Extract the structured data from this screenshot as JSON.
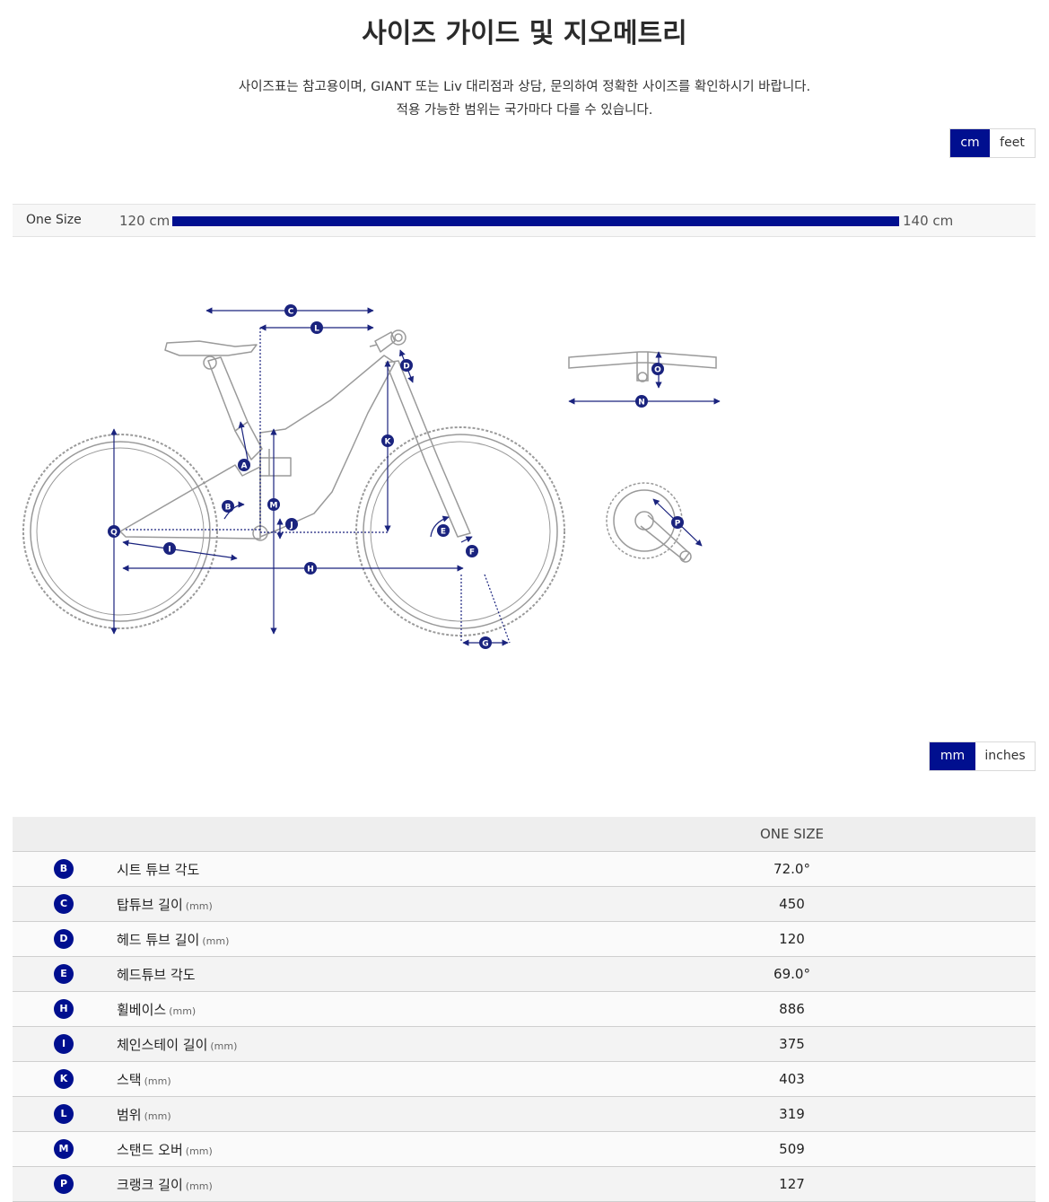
{
  "page": {
    "title": "사이즈 가이드 및 지오메트리",
    "subtitle_line1": "사이즈표는 참고용이며, GIANT 또는 Liv 대리점과 상담, 문의하여 정확한 사이즈를 확인하시기 바랍니다.",
    "subtitle_line2": "적용 가능한 범위는 국가마다 다를 수 있습니다."
  },
  "size_units": {
    "options": [
      "cm",
      "feet"
    ],
    "selected": "cm"
  },
  "size_range": {
    "label": "One Size",
    "min": "120 cm",
    "max": "140 cm"
  },
  "diagram": {
    "labels": [
      "A",
      "B",
      "C",
      "D",
      "E",
      "F",
      "G",
      "H",
      "I",
      "J",
      "K",
      "L",
      "M",
      "N",
      "O",
      "P",
      "Q"
    ],
    "colors": {
      "frame": "#9a9a9a",
      "measure": "#1a237e",
      "badge": "#000f8f"
    }
  },
  "geometry_units": {
    "options": [
      "mm",
      "inches"
    ],
    "selected": "mm"
  },
  "geometry_table": {
    "column_header": "ONE SIZE",
    "rows": [
      {
        "key": "B",
        "name": "시트 튜브 각도",
        "unit": "",
        "value": "72.0°"
      },
      {
        "key": "C",
        "name": "탑튜브 길이",
        "unit": "(mm)",
        "value": "450"
      },
      {
        "key": "D",
        "name": "헤드 튜브 길이",
        "unit": "(mm)",
        "value": "120"
      },
      {
        "key": "E",
        "name": "헤드튜브 각도",
        "unit": "",
        "value": "69.0°"
      },
      {
        "key": "H",
        "name": "휠베이스",
        "unit": "(mm)",
        "value": "886"
      },
      {
        "key": "I",
        "name": "체인스테이 길이",
        "unit": "(mm)",
        "value": "375"
      },
      {
        "key": "K",
        "name": "스택",
        "unit": "(mm)",
        "value": "403"
      },
      {
        "key": "L",
        "name": "범위",
        "unit": "(mm)",
        "value": "319"
      },
      {
        "key": "M",
        "name": "스탠드 오버",
        "unit": "(mm)",
        "value": "509"
      },
      {
        "key": "P",
        "name": "크랭크 길이",
        "unit": "(mm)",
        "value": "127"
      }
    ]
  },
  "accent_color": "#000f8f"
}
